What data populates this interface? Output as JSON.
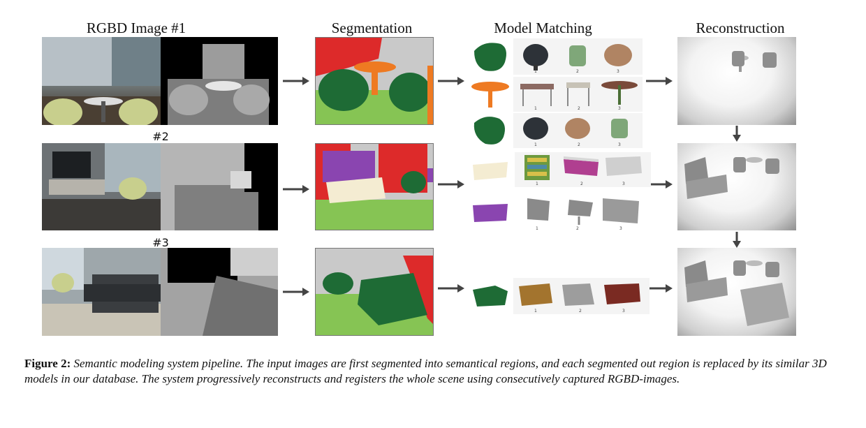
{
  "columns": {
    "rgbd": "RGBD Image #1",
    "segmentation": "Segmentation",
    "model_matching": "Model Matching",
    "reconstruction": "Reconstruction"
  },
  "row_labels": {
    "row2": "#2",
    "row3": "#3"
  },
  "candidate_ranks": [
    "1",
    "2",
    "3"
  ],
  "seg_colors": {
    "floor": "#86c454",
    "chair": "#1e6b35",
    "table": "#ee7a22",
    "wall": "#c9c9c9",
    "red": "#dd2a2a",
    "tv": "#8a45b0",
    "cabinet": "#f4ecd2"
  },
  "caption": {
    "label": "Figure 2:",
    "text": "Semantic modeling system pipeline. The input images are first segmented into semantical regions, and each segmented out region is replaced by its similar 3D models in our database. The system progressively reconstructs and registers the whole scene using consecutively captured RGBD-images."
  }
}
